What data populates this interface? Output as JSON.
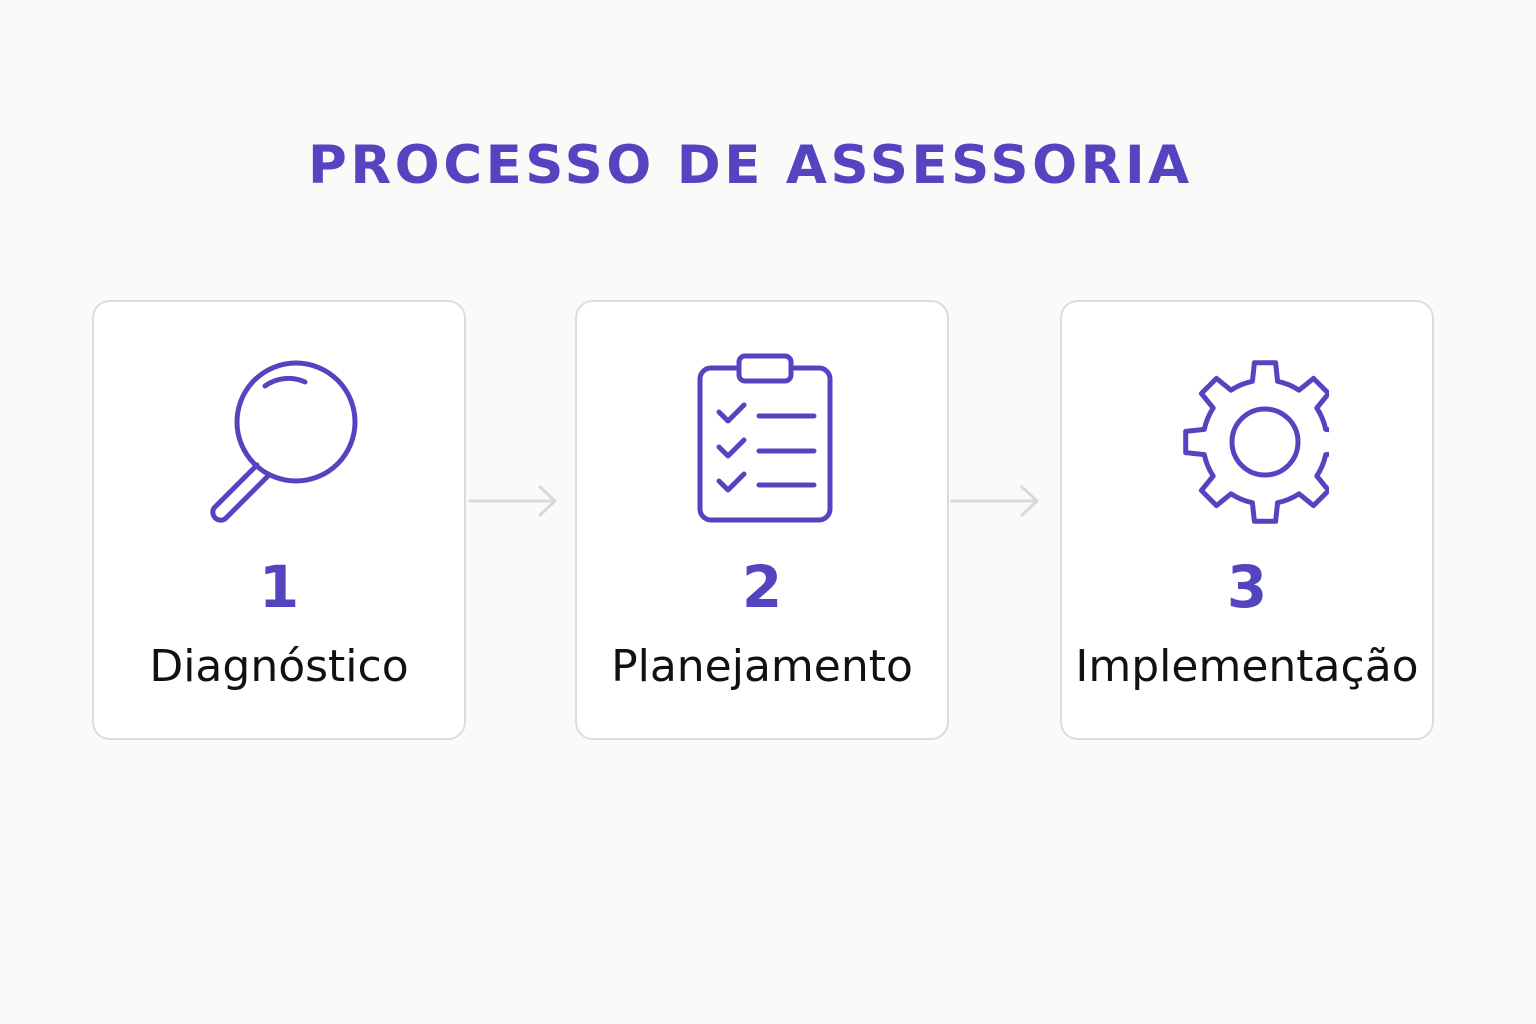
{
  "title": "PROCESSO DE ASSESSORIA",
  "colors": {
    "accent": "#5544c0",
    "text": "#111111",
    "card_border": "#dcdcdc",
    "arrow": "#d9d9d9",
    "background": "#fbfaf8"
  },
  "steps": [
    {
      "number": "1",
      "label": "Diagnóstico",
      "icon": "magnifying-glass-icon"
    },
    {
      "number": "2",
      "label": "Planejamento",
      "icon": "checklist-clipboard-icon"
    },
    {
      "number": "3",
      "label": "Implementação",
      "icon": "gear-icon"
    }
  ]
}
